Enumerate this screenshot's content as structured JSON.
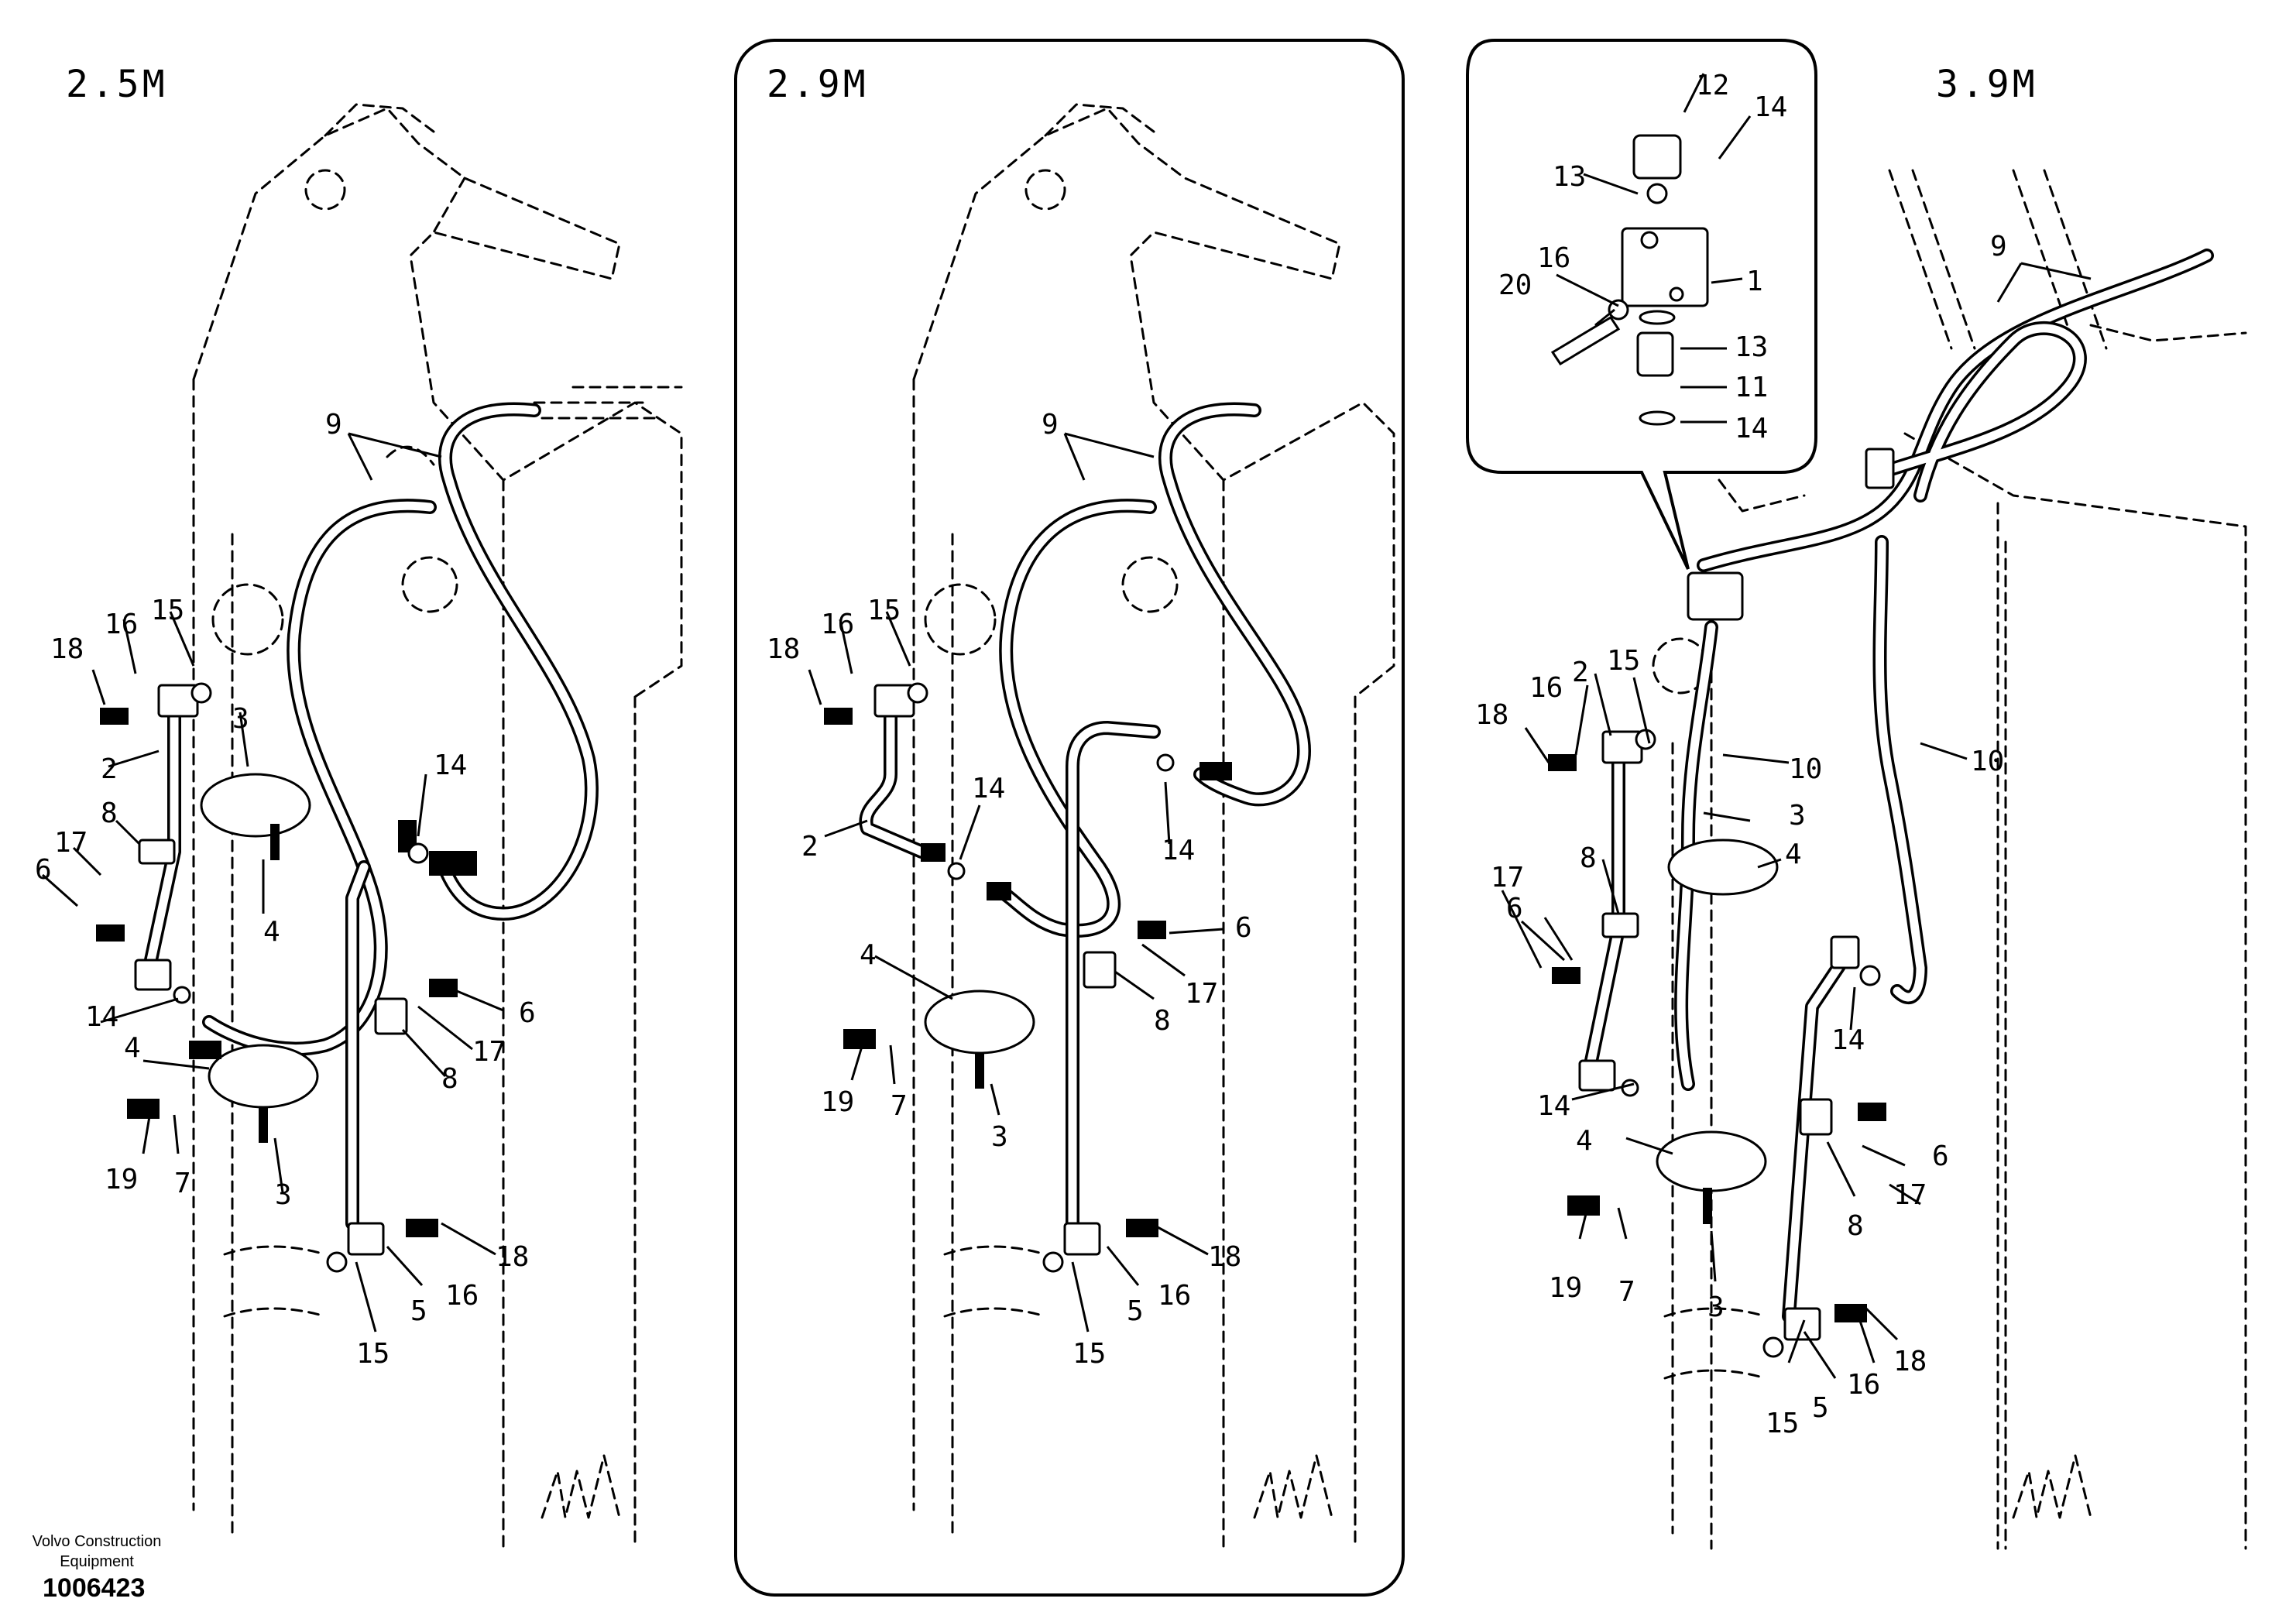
{
  "panels": [
    {
      "title": "2.5M",
      "callouts": [
        "9",
        "18",
        "16",
        "15",
        "3",
        "2",
        "8",
        "17",
        "6",
        "4",
        "14",
        "14",
        "4",
        "19",
        "7",
        "3",
        "15",
        "5",
        "16",
        "18",
        "6",
        "17",
        "8"
      ]
    },
    {
      "title": "2.9M",
      "callouts": [
        "9",
        "18",
        "16",
        "15",
        "14",
        "2",
        "14",
        "4",
        "19",
        "7",
        "3",
        "6",
        "17",
        "8",
        "15",
        "5",
        "16",
        "18"
      ]
    },
    {
      "title": "3.9M",
      "callouts": [
        "9",
        "10",
        "10",
        "3",
        "4",
        "18",
        "16",
        "2",
        "15",
        "8",
        "17",
        "6",
        "14",
        "14",
        "4",
        "19",
        "7",
        "3",
        "6",
        "17",
        "8",
        "15",
        "5",
        "16",
        "18"
      ]
    }
  ],
  "detail_callouts": [
    "12",
    "14",
    "13",
    "1",
    "16",
    "20",
    "13",
    "11",
    "14"
  ],
  "footer": {
    "brand_line1": "Volvo Construction",
    "brand_line2": "Equipment",
    "drawing_number": "1006423"
  }
}
